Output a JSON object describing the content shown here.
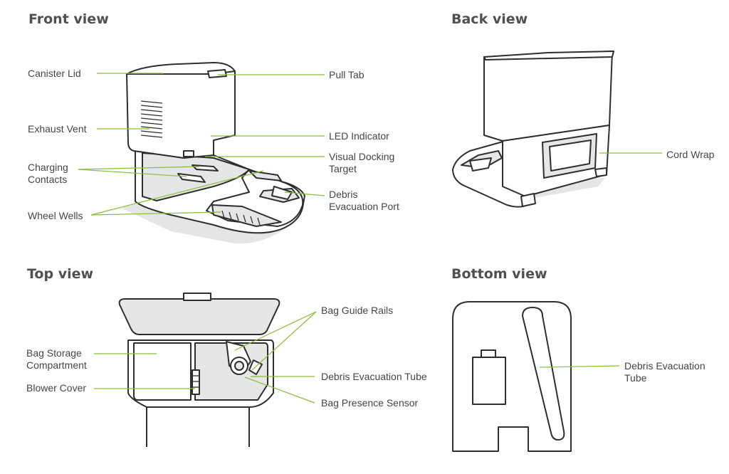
{
  "headings": {
    "front": "Front view",
    "back": "Back view",
    "top": "Top view",
    "bottom": "Bottom view"
  },
  "front_labels": {
    "canister_lid": "Canister Lid",
    "pull_tab": "Pull Tab",
    "exhaust_vent": "Exhaust Vent",
    "led_indicator": "LED Indicator",
    "charging_contacts": [
      "Charging",
      "Contacts"
    ],
    "visual_docking_target": [
      "Visual Docking",
      "Target"
    ],
    "debris_evacuation_port": [
      "Debris",
      "Evacuation Port"
    ],
    "wheel_wells": "Wheel Wells"
  },
  "back_labels": {
    "cord_wrap": "Cord Wrap"
  },
  "top_labels": {
    "bag_guide_rails": "Bag Guide Rails",
    "bag_storage_compartment": [
      "Bag Storage",
      "Compartment"
    ],
    "debris_evacuation_tube": "Debris Evacuation Tube",
    "blower_cover": "Blower Cover",
    "bag_presence_sensor": "Bag Presence Sensor"
  },
  "bottom_labels": {
    "debris_evacuation_tube": [
      "Debris Evacuation",
      "Tube"
    ]
  },
  "colors": {
    "leader_line": "#8bbd3a",
    "outline": "#2e2e2e",
    "shade": "#e6e6e6"
  }
}
